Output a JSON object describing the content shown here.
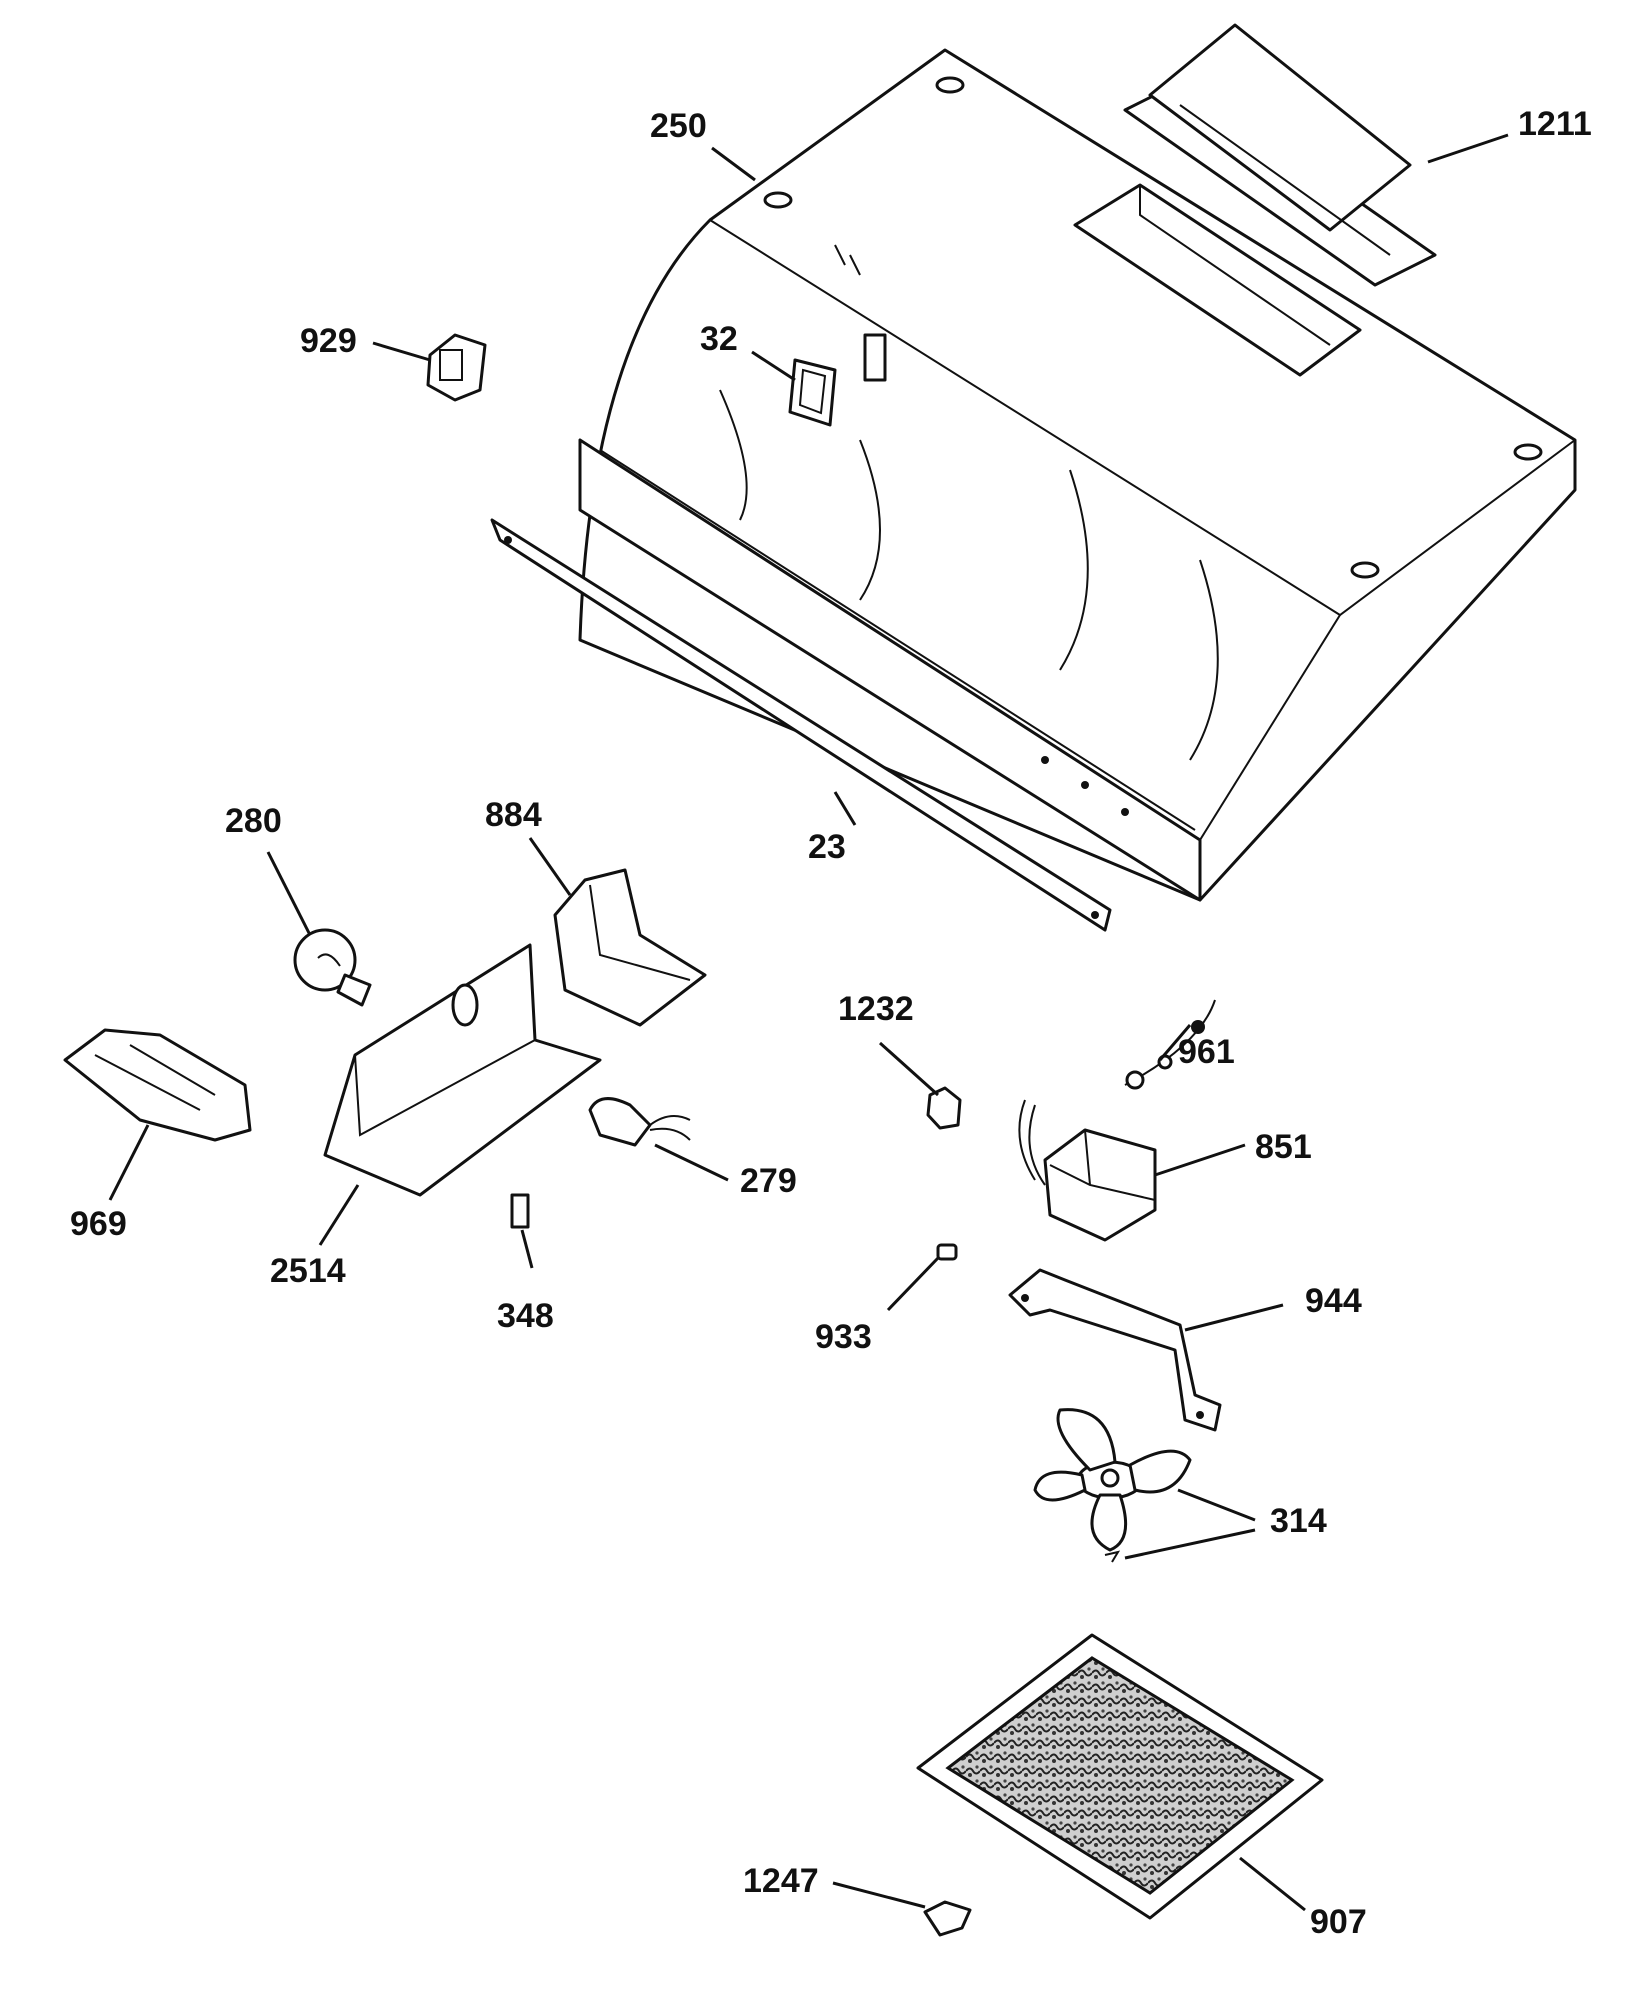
{
  "callouts": {
    "c250": "250",
    "c1211": "1211",
    "c929": "929",
    "c32": "32",
    "c23": "23",
    "c280": "280",
    "c884": "884",
    "c1232": "1232",
    "c961": "961",
    "c969": "969",
    "c2514": "2514",
    "c279": "279",
    "c851": "851",
    "c348": "348",
    "c933": "933",
    "c944": "944",
    "c314": "314",
    "c1247": "1247",
    "c907": "907"
  },
  "colors": {
    "ink": "#111111",
    "paper": "#ffffff"
  }
}
